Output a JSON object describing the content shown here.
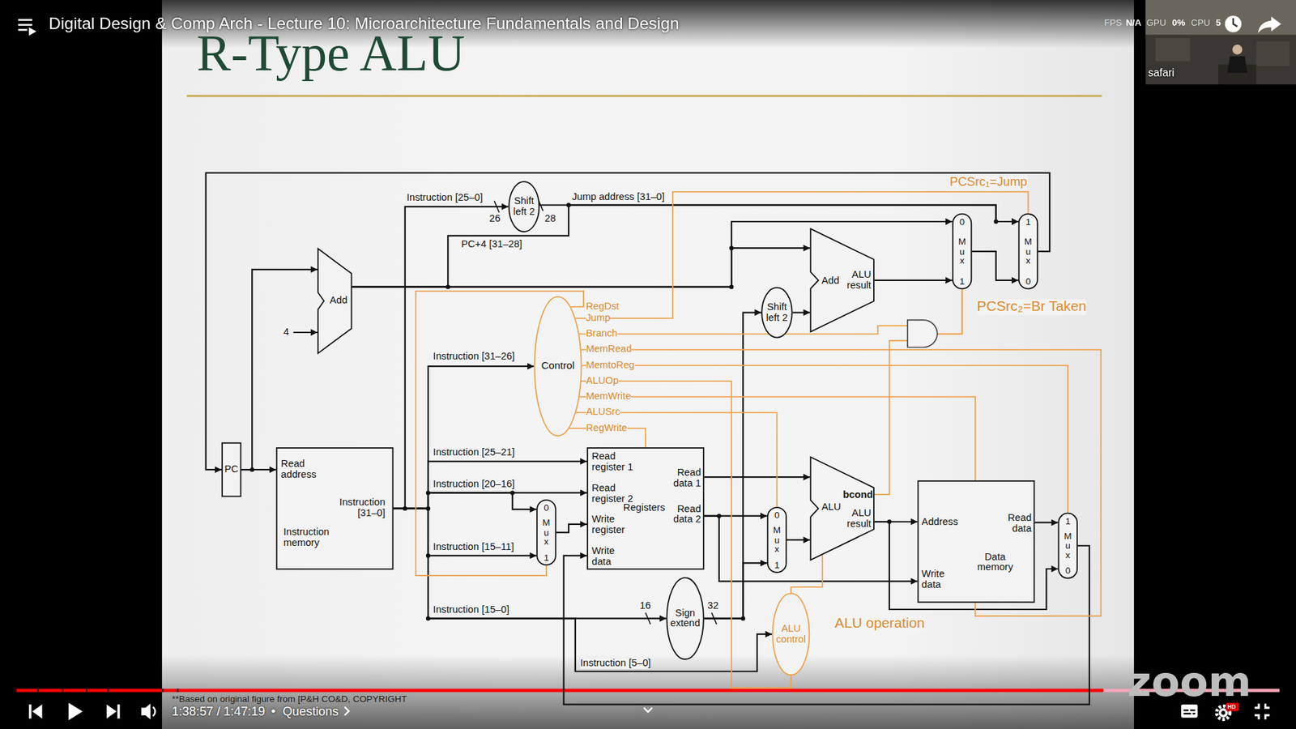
{
  "diagram": {
    "title": "R-Type ALU",
    "nodes": [
      {
        "text": [
          "Shift left 2"
        ]
      },
      {
        "text": [
          "0",
          "M u x",
          "1"
        ]
      },
      {
        "text": [
          "1",
          "M u x",
          "0"
        ]
      },
      {
        "text": [
          "Add"
        ]
      },
      {
        "text": [
          "Add",
          "ALU result"
        ]
      },
      {
        "text": [
          "Shift left 2"
        ]
      },
      {
        "text": [
          "Control"
        ]
      },
      {
        "text": [
          "PC"
        ]
      },
      {
        "text": [
          "Read address",
          "Instruction [31–0]",
          "Instruction memory"
        ]
      },
      {
        "text": [
          "Read register 1",
          "Read register 2",
          "Write register",
          "Write data",
          "Registers",
          "Read data 1",
          "Read data 2"
        ]
      },
      {
        "text": [
          "0",
          "M u x",
          "1"
        ]
      },
      {
        "text": [
          "0",
          "M u x",
          "1"
        ]
      },
      {
        "text": [
          "bcond",
          "ALU",
          "ALU result"
        ]
      },
      {
        "text": [
          "Address",
          "Read data",
          "Data memory",
          "Write data"
        ]
      },
      {
        "text": [
          "1",
          "M u x",
          "0"
        ]
      },
      {
        "text": [
          "Sign extend"
        ]
      },
      {
        "text": [
          "ALU control"
        ]
      }
    ],
    "edges": [
      {
        "from": 7,
        "to": 8,
        "arrow": "to"
      },
      {
        "from": 7,
        "to": 3,
        "arrow": "to"
      },
      {
        "from": 2,
        "to": 7,
        "arrow": "to"
      },
      {
        "from": 3,
        "to": 4,
        "arrow": "to"
      },
      {
        "from": 3,
        "to": 1,
        "arrow": "to"
      },
      {
        "from": 3,
        "to": 2,
        "arrow": "to"
      },
      {
        "from": 0,
        "to": 2,
        "arrow": "to"
      },
      {
        "from": 8,
        "to": 0,
        "arrow": "to"
      },
      {
        "from": 8,
        "to": 6,
        "arrow": "to"
      },
      {
        "from": 8,
        "to": 9,
        "arrow": "to"
      },
      {
        "from": 8,
        "to": 9,
        "arrow": "to"
      },
      {
        "from": 8,
        "to": 10,
        "arrow": "to"
      },
      {
        "from": 8,
        "to": 10,
        "arrow": "to"
      },
      {
        "from": 8,
        "to": 15,
        "arrow": "to"
      },
      {
        "from": 8,
        "to": 16,
        "arrow": "to"
      },
      {
        "from": 10,
        "to": 9,
        "arrow": "to"
      },
      {
        "from": 9,
        "to": 12,
        "arrow": "to"
      },
      {
        "from": 9,
        "to": 11,
        "arrow": "to"
      },
      {
        "from": 9,
        "to": 13,
        "arrow": "to"
      },
      {
        "from": 15,
        "to": 11,
        "arrow": "to"
      },
      {
        "from": 15,
        "to": 5,
        "arrow": "to"
      },
      {
        "from": 5,
        "to": 4,
        "arrow": "to"
      },
      {
        "from": 4,
        "to": 1,
        "arrow": "to"
      },
      {
        "from": 1,
        "to": 2,
        "arrow": "to"
      },
      {
        "from": 11,
        "to": 12,
        "arrow": "to"
      },
      {
        "from": 12,
        "to": 13,
        "arrow": "to"
      },
      {
        "from": 12,
        "to": 14,
        "arrow": "to"
      },
      {
        "from": 13,
        "to": 14,
        "arrow": "to"
      },
      {
        "from": 14,
        "to": 9,
        "arrow": "to"
      },
      {
        "from": 16,
        "to": 12,
        "arrow": "none"
      },
      {
        "from": 6,
        "to": 10,
        "arrow": "none"
      },
      {
        "from": 6,
        "to": 2,
        "arrow": "none"
      },
      {
        "from": 6,
        "to": 1,
        "arrow": "none"
      },
      {
        "from": 12,
        "to": 1,
        "arrow": "none"
      },
      {
        "from": 6,
        "to": 13,
        "arrow": "none"
      },
      {
        "from": 6,
        "to": 14,
        "arrow": "none"
      },
      {
        "from": 6,
        "to": 16,
        "arrow": "none"
      },
      {
        "from": 6,
        "to": 13,
        "arrow": "none"
      },
      {
        "from": 6,
        "to": 11,
        "arrow": "none"
      },
      {
        "from": 6,
        "to": 9,
        "arrow": "none"
      }
    ],
    "labels": [
      "Digital Design & Comp Arch - Lecture 10: Microarchitecture Fundamentals and Design",
      "FPS",
      "N/A",
      "GPU",
      "0%",
      "CPU",
      "5",
      "safari",
      "PCSrc₁=Jump",
      "Instruction [25–0]",
      "Jump address [31–0]",
      "26",
      "28",
      "PC+4 [31–28]",
      "RegDst",
      "Jump",
      "PCSrc₂=Br Taken",
      "Branch",
      "4",
      "MemRead",
      "Instruction [31–26]",
      "MemtoReg",
      "ALUOp",
      "MemWrite",
      "ALUSrc",
      "RegWrite",
      "Instruction [25–21]",
      "Instruction [20–16]",
      "Instruction [15–11]",
      "16",
      "32",
      "Instruction [15–0]",
      "ALU operation",
      "Instruction [5–0]",
      "zoom",
      "**Based on original figure from [P&H CO&D, COPYRIGHT",
      "1:38:57 / 1:47:19",
      "•",
      "Questions",
      "HD"
    ]
  }
}
